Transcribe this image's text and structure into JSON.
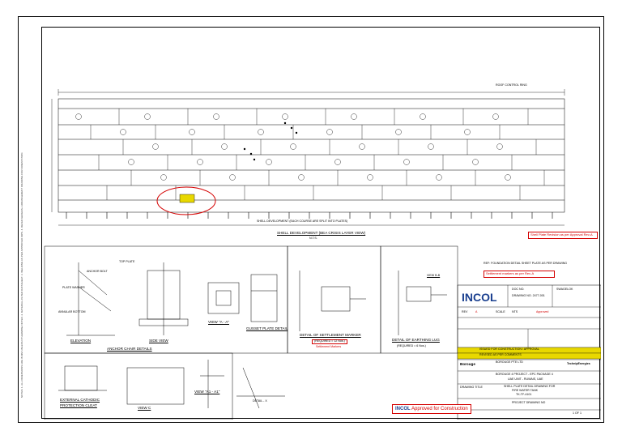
{
  "drawing": {
    "shell_development_caption": "SHELL DEVELOPMENT (EACH COURSE ARE SPLIT INTO PLATES)",
    "shell_dev_title": "SHELL DEVELOPMENT (BEA CRISIS LAYER VIEW)",
    "shell_dev_scale": "N.T.S.",
    "roof_note": "ROOF CONTROL RING",
    "ref_box": "REF: FOUNDATION DETAIL SHEET PLATE AS PER DRAWING",
    "red_note_right": "Shell Plate Revision as per Approval Rev-A",
    "red_note_title": "Settlement markers as per Rev-A"
  },
  "details": {
    "elevation": "ELEVATION",
    "side_view": "SIDE VIEW",
    "anchor_chair": "ANCHOR CHAIR DETAILS",
    "view_a": "VIEW \"A - A\"",
    "gusset": "GUSSET PLATE DETAIL",
    "settlement": "DETAIL OF SETTLEMENT MARKER",
    "settlement_req": "(REQUIRED = 12 Nos.)",
    "settlement_red": "Settlement Markers",
    "earthing": "DETAIL OF EARTHING LUG",
    "earthing_req": "(REQUIRED = 6 Nos.)",
    "view_b": "VIEW B-B",
    "cathodic": "EXTERNAL CATHODIC",
    "cathodic2": "PROTECTION CLEAT",
    "view_c": "VIEW C",
    "view_a1": "VIEW \"A1 - A1\"",
    "detail_x": "DETAIL - X",
    "anchor_bolt": "ANCHOR BOLT",
    "plate_washer": "PLATE WASHER",
    "annular_bottom": "ANNULAR BOTTOM",
    "top_plate": "TOP PLATE"
  },
  "title_block": {
    "company": "INCOL",
    "client_right": "SWAGELOK",
    "doc_no_label": "DOC NO.",
    "doc_no": "DRAWING NO. 2477-001",
    "rev_label": "REV",
    "rev": "A",
    "scale_label": "SCALE",
    "scale": "NTS",
    "status_red": "Approved",
    "status_row1": "ISSUED FOR CONSTRUCTION / APPROVAL",
    "status_row2": "REVISED AS PER COMMENTS",
    "project1": "BOROUGE 4 PROJECT - EPC PACKAGE 4",
    "project2": "UAE UNIT - RUWAIS, UAE",
    "drawing_title_label": "DRAWING TITLE",
    "drawing_title1": "SHELL PLATE DETAIL DRAWING FOR",
    "drawing_title2": "FIRE WATER TANK",
    "drawing_title3": "TK-TF-4101",
    "doc_ref": "PROJECT DRAWING NO",
    "sheet": "1 OF 1",
    "approved_stamp": "Approved for Construction",
    "borouge": "Borouge",
    "technip": "TechnipEnergies",
    "client_banner": "BOROUGE PTE LTD"
  },
  "colors": {
    "ink": "#000000",
    "markup": "#d40000",
    "incol_blue": "#1a3f8f"
  }
}
